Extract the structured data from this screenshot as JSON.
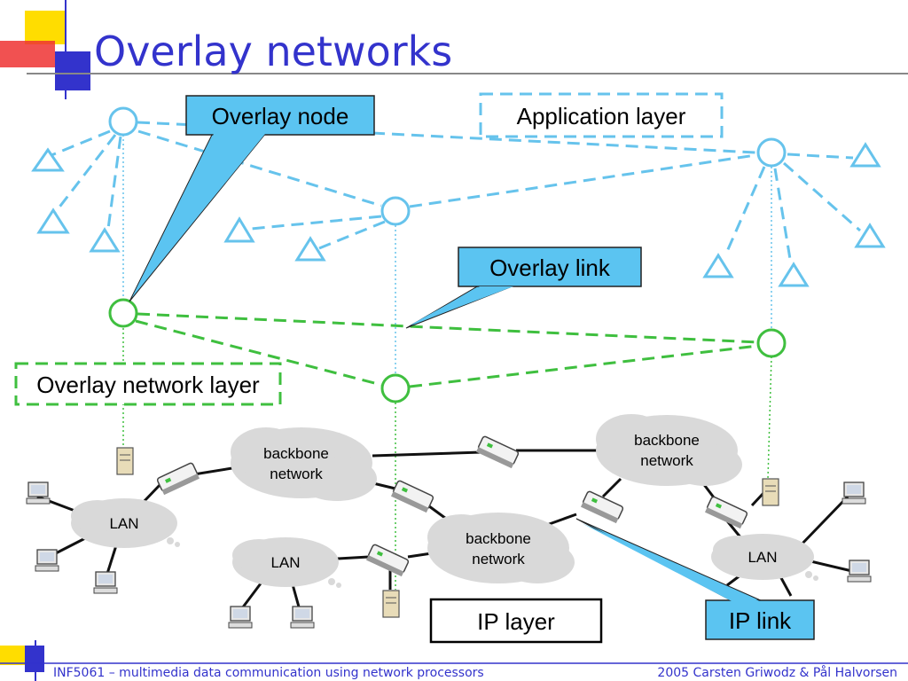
{
  "slide": {
    "title": "Overlay networks",
    "footer_left": "INF5061 – multimedia data communication using network processors",
    "footer_right": "2005 Carsten Griwodz & Pål Halvorsen"
  },
  "callouts": {
    "overlay_node": "Overlay node",
    "overlay_link": "Overlay link",
    "ip_link": "IP link"
  },
  "layer_labels": {
    "application": "Application layer",
    "overlay_network": "Overlay network layer",
    "ip": "IP layer"
  },
  "clouds": {
    "backbone_line1": "backbone",
    "backbone_line2": "network",
    "lan": "LAN"
  },
  "colors": {
    "title": "#3333cc",
    "application_layer": "#66c3ec",
    "overlay_layer": "#3fbf3f",
    "callout_fill": "#5bc4f1"
  }
}
